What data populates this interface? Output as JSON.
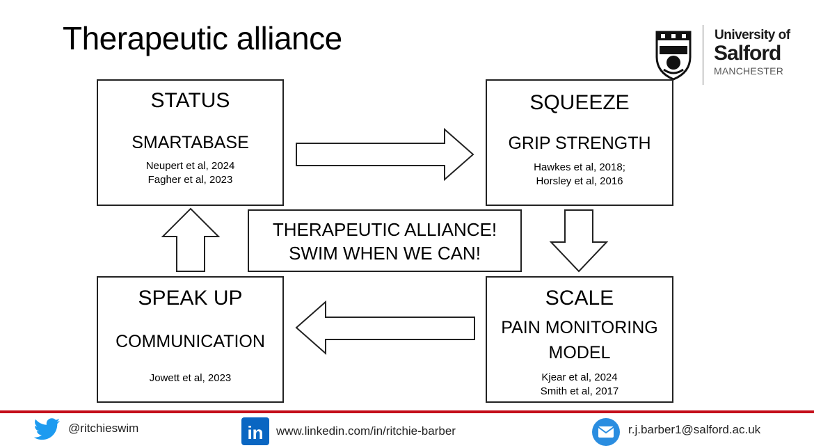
{
  "title": "Therapeutic alliance",
  "logo": {
    "line1": "University of",
    "line2": "Salford",
    "line3": "MANCHESTER"
  },
  "boxes": {
    "status": {
      "heading": "STATUS",
      "subheading": "SMARTABASE",
      "refs": [
        "Neupert et al, 2024",
        "Fagher et al, 2023"
      ]
    },
    "squeeze": {
      "heading": "SQUEEZE",
      "subheading": "GRIP STRENGTH",
      "refs": [
        "Hawkes et al, 2018;",
        "Horsley et al, 2016"
      ]
    },
    "scale": {
      "heading": "SCALE",
      "subheading_line1": "PAIN MONITORING",
      "subheading_line2": "MODEL",
      "refs": [
        "Kjear et al, 2024",
        "Smith et al, 2017"
      ]
    },
    "speak_up": {
      "heading": "SPEAK UP",
      "subheading": "COMMUNICATION",
      "refs": [
        "Jowett et al, 2023"
      ]
    }
  },
  "center": {
    "line1": "THERAPEUTIC ALLIANCE!",
    "line2": "SWIM WHEN WE CAN!"
  },
  "footer": {
    "twitter": "@ritchieswim",
    "linkedin": "www.linkedin.com/in/ritchie-barber",
    "email": "r.j.barber1@salford.ac.uk"
  },
  "colors": {
    "accent_red": "#c40f1b",
    "twitter_blue": "#1d9bf0",
    "linkedin_blue": "#0a66c2",
    "mail_blue": "#2a8de0"
  }
}
